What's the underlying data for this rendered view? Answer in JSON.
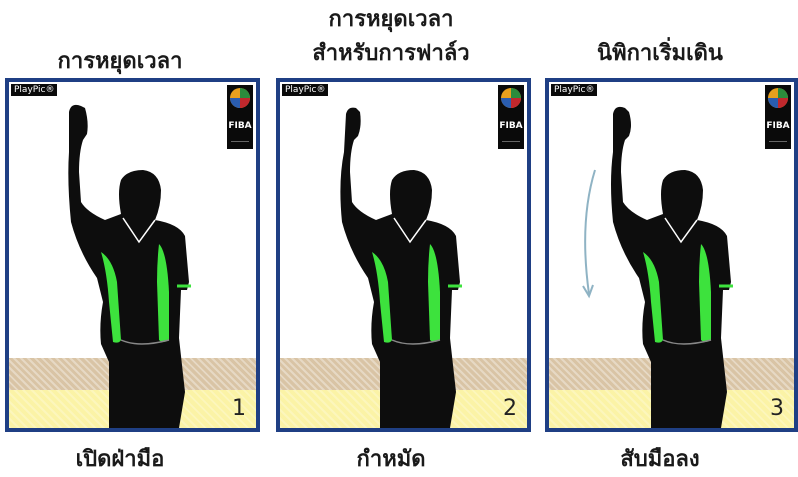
{
  "panels": [
    {
      "title_lines": [
        "",
        "การหยุดเวลา"
      ],
      "caption": "เปิดฝ่ามือ",
      "number": "1",
      "watermark": "PlayPic®",
      "badge": "FIBA",
      "hand": "open"
    },
    {
      "title_lines": [
        "การหยุดเวลา",
        "สำหรับการฟาล์ว"
      ],
      "caption": "กำหมัด",
      "number": "2",
      "watermark": "PlayPic®",
      "badge": "FIBA",
      "hand": "fist"
    },
    {
      "title_lines": [
        "",
        "นิพิกาเริ่มเดิน"
      ],
      "caption": "สับมือลง",
      "number": "3",
      "watermark": "PlayPic®",
      "badge": "FIBA",
      "hand": "open",
      "motion_arrow": true
    }
  ],
  "colors": {
    "frame": "#1f3f84",
    "shirt": "#0d0d0d",
    "accent": "#3de23d",
    "floor": "#fbf3a6",
    "wall": "#d9c4a5"
  }
}
